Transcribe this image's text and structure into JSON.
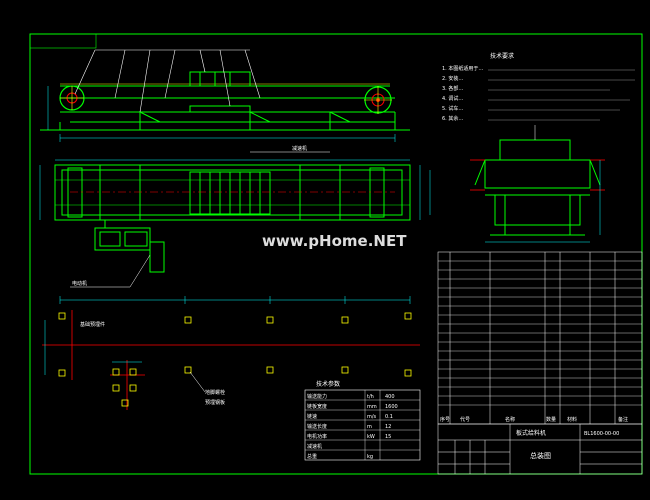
{
  "watermark": "www.pHome.NET",
  "tech_requirements": {
    "title": "技术要求",
    "items": [
      "1. 本图纸适用于…",
      "2. 安装…",
      "3. 各部…",
      "4. 调试…",
      "5. 试车…",
      "6. 其余…"
    ]
  },
  "callouts": {
    "drive_note": "减速机",
    "motor_note": "电动机",
    "base_note": "基础预埋件",
    "foundation_note_1": "地脚螺栓",
    "foundation_note_2": "预埋钢板"
  },
  "spec_table": {
    "title": "技术参数",
    "rows": [
      [
        "输送能力",
        "t/h",
        "400"
      ],
      [
        "链板宽度",
        "mm",
        "1600"
      ],
      [
        "链速",
        "m/s",
        "0.1"
      ],
      [
        "输送长度",
        "m",
        "12"
      ],
      [
        "电机功率",
        "kW",
        "15"
      ],
      [
        "减速机",
        "",
        ""
      ],
      [
        "总重",
        "kg",
        ""
      ]
    ]
  },
  "title_block": {
    "drawing_title": "板式给料机",
    "drawing_no": "BL1600-00-00",
    "sheet_label": "总装图",
    "header_cells": [
      "序号",
      "代号",
      "名称",
      "数量",
      "材料",
      "备注"
    ]
  },
  "icons": {
    "sprocket": "sprocket-icon",
    "chain": "chain-plate-icon"
  },
  "colors": {
    "background": "#000000",
    "frame": "#00ff00",
    "drawing": "#00ff00",
    "annotation": "#ffffff",
    "dimension": "#00ffff",
    "marker": "#ff0000",
    "accent": "#ffff00"
  }
}
